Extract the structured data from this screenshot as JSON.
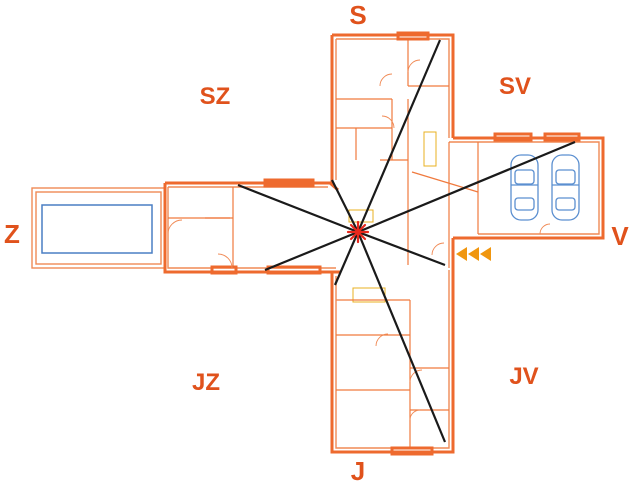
{
  "labels": {
    "north": "S",
    "northeast": "SV",
    "east": "V",
    "southeast": "JV",
    "south": "J",
    "southwest": "JZ",
    "west": "Z",
    "northwest": "SZ"
  },
  "colors": {
    "label": "#e0521c",
    "walls": "#ee6a2e",
    "rays": "#1a1a1a",
    "pool": "#4a7fc4",
    "cars": "#5b8fd0",
    "entrance_arrows": "#f0960f",
    "center_mark": "#e8281c"
  },
  "icons": [
    "compass-center-star-icon",
    "car-icon",
    "entrance-arrows-icon",
    "pool-icon"
  ]
}
